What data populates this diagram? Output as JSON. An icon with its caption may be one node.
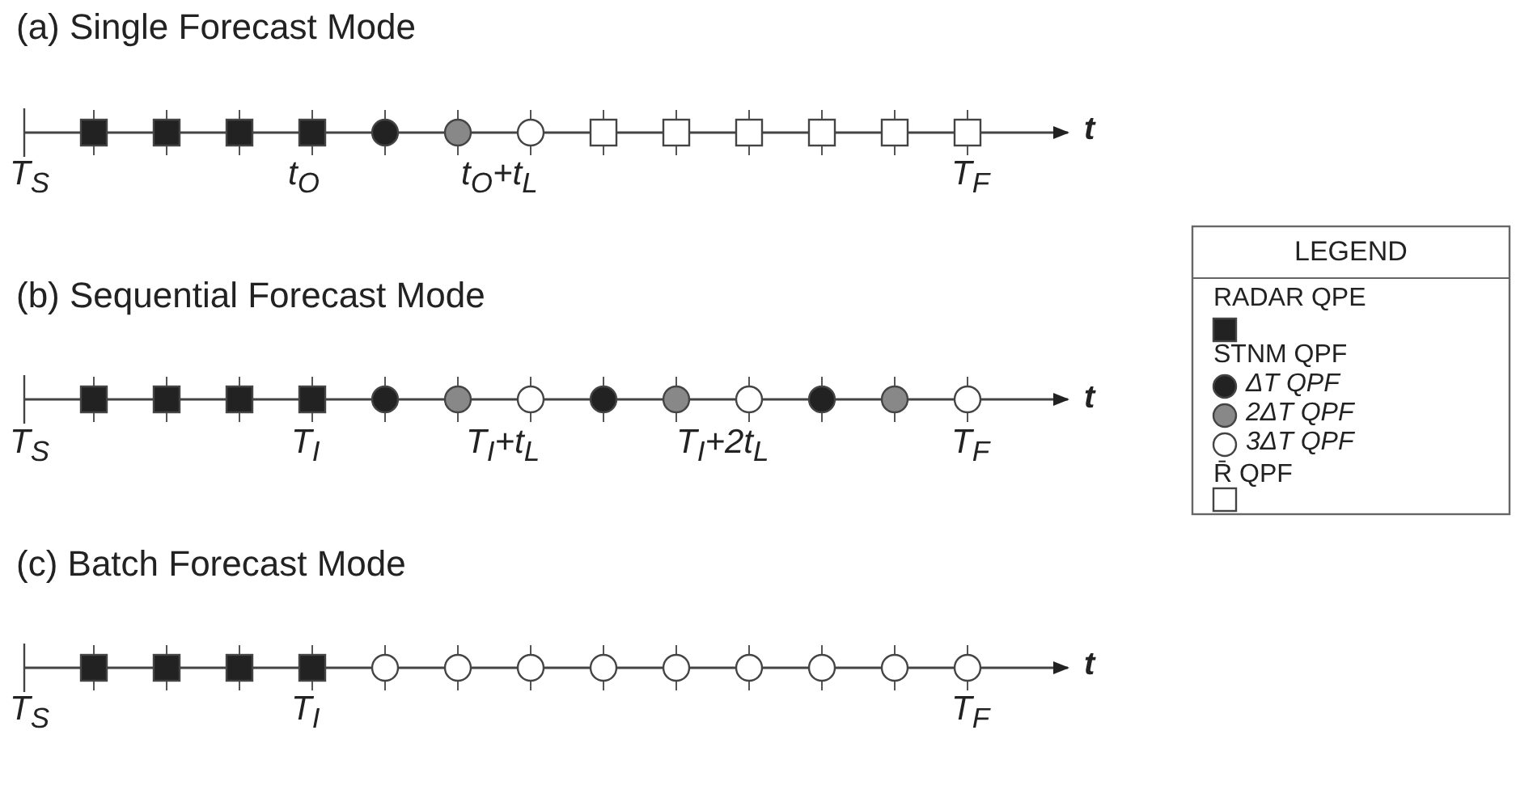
{
  "diagram": {
    "labels": [
      "(a) Single Forecast Mode",
      "t",
      "T$_{S}$",
      "t$_{O}$",
      "t$_{O}$+t$_{L}$",
      "T$_{F}$",
      "LEGEND",
      "(b) Sequential Forecast Mode",
      "t",
      "T$_{S}$",
      "T$_{I}$",
      "T$_{I}$+t$_{L}$",
      "T$_{I}$+2t$_{L}$",
      "T$_{F}$",
      "(c) Batch Forecast Mode",
      "t",
      "T$_{S}$",
      "T$_{I}$",
      "T$_{F}$"
    ],
    "legend": [
      {
        "text": "RADAR QPE"
      },
      {
        "text": "STNM QPF"
      },
      {
        "text": "ΔT QPF"
      },
      {
        "text": "2ΔT QPF"
      },
      {
        "text": "3ΔT QPF"
      },
      {
        "text": "R̄ QPF"
      }
    ]
  }
}
